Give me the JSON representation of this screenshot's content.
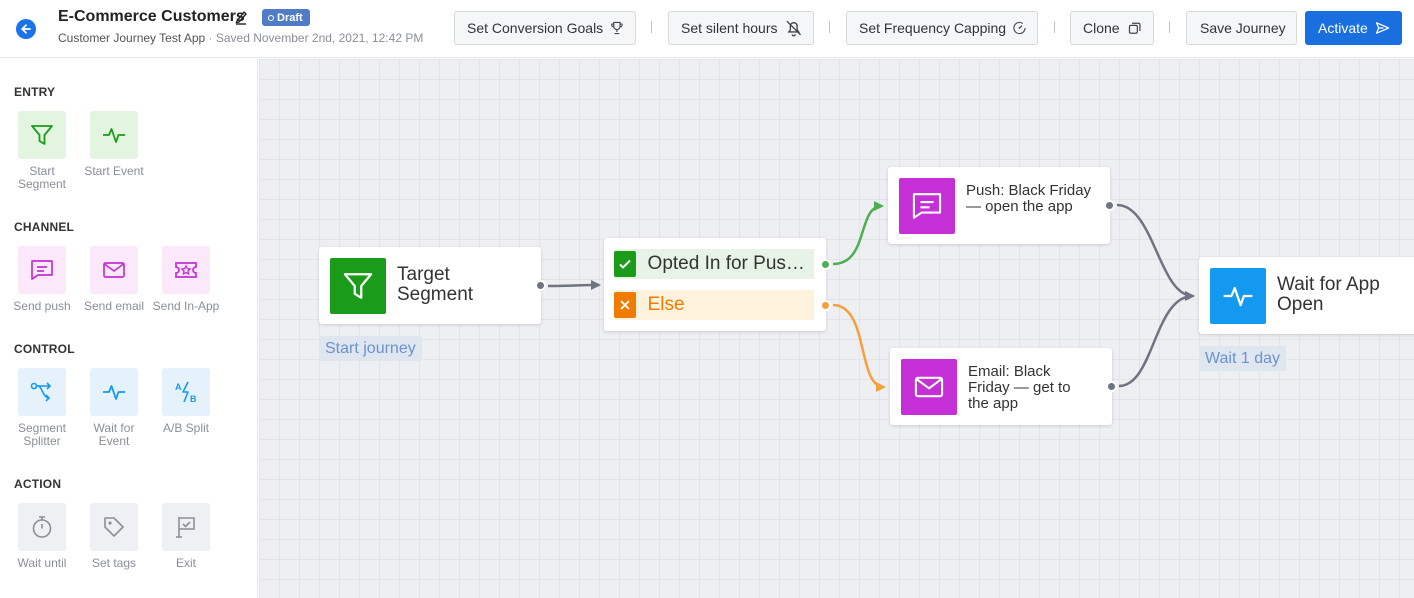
{
  "header": {
    "title": "E-Commerce Customers",
    "badge": "Draft",
    "app_name": "Customer Journey Test App",
    "separator": " · ",
    "saved": "Saved November 2nd, 2021, 12:42 PM",
    "buttons": {
      "conversion_goals": "Set Conversion Goals",
      "silent_hours": "Set silent hours",
      "frequency_capping": "Set Frequency Capping",
      "clone": "Clone",
      "save": "Save Journey",
      "activate": "Activate"
    }
  },
  "sidebar": {
    "sections": [
      {
        "title": "ENTRY",
        "items": [
          {
            "label": "Start Segment",
            "icon": "funnel-icon"
          },
          {
            "label": "Start Event",
            "icon": "pulse-icon"
          }
        ]
      },
      {
        "title": "CHANNEL",
        "items": [
          {
            "label": "Send push",
            "icon": "message-icon"
          },
          {
            "label": "Send email",
            "icon": "envelope-icon"
          },
          {
            "label": "Send In-App",
            "icon": "ticket-star-icon"
          }
        ]
      },
      {
        "title": "CONTROL",
        "items": [
          {
            "label": "Segment Splitter",
            "icon": "split-arrows-icon"
          },
          {
            "label": "Wait for Event",
            "icon": "pulse-icon"
          },
          {
            "label": "A/B Split",
            "icon": "ab-split-icon"
          }
        ]
      },
      {
        "title": "ACTION",
        "items": [
          {
            "label": "Wait until",
            "icon": "stopwatch-icon"
          },
          {
            "label": "Set tags",
            "icon": "tag-icon"
          },
          {
            "label": "Exit",
            "icon": "flag-icon"
          }
        ]
      }
    ]
  },
  "canvas": {
    "target_segment": {
      "title": "Target Segment",
      "tag": "Start journey"
    },
    "splitter": {
      "opted_in": "Opted In for Push…",
      "else": "Else"
    },
    "push_node": {
      "title": "Push: Black Friday — open the app"
    },
    "email_node": {
      "title": "Email: Black Friday — get to the app"
    },
    "wait_node": {
      "title": "Wait for App Open",
      "tag": "Wait 1 day"
    }
  },
  "colors": {
    "primary": "#1a6fe0",
    "segment_green": "#1a9c1a",
    "channel_purple": "#c52fd6",
    "wait_blue": "#1499f0",
    "branch_yes": "#4caf50",
    "branch_else": "#f5a03c",
    "else_text": "#ef7c00",
    "link_gray": "#6e7580"
  }
}
